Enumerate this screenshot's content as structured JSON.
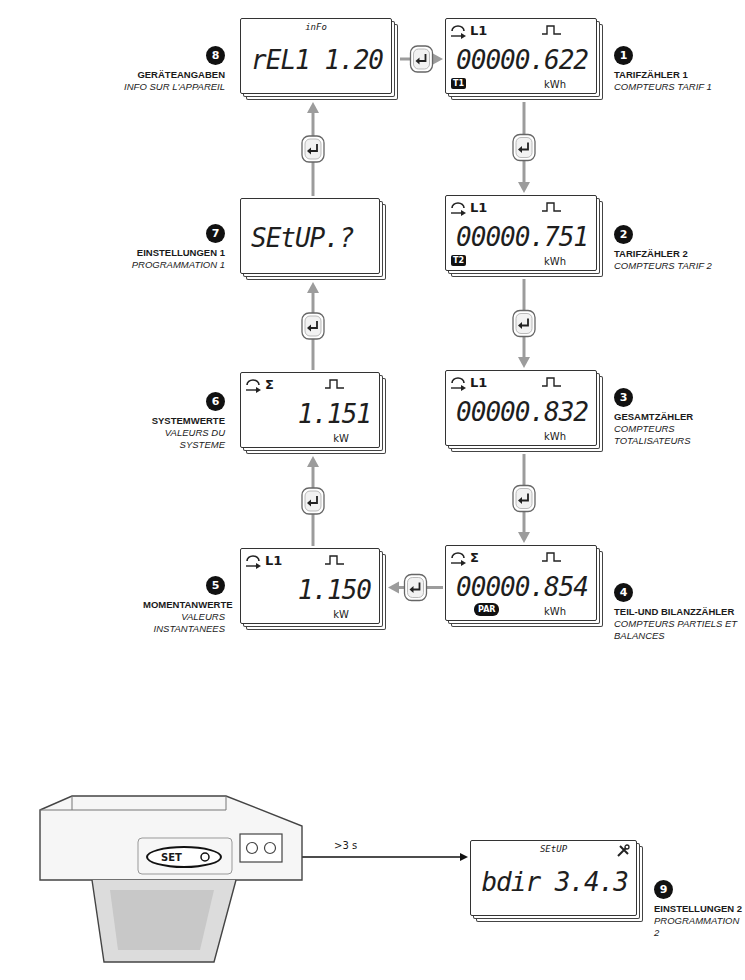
{
  "diagram": {
    "nodes": [
      {
        "text": [
          "L1",
          "00000.622",
          "kWh",
          "T1",
          "TARIFZÄHLER 1",
          "COMPTEURS TARIF 1"
        ]
      },
      {
        "text": [
          "L1",
          "00000.751",
          "kWh",
          "T2",
          "TARIFZÄHLER 2",
          "COMPTEURS TARIF 2"
        ]
      },
      {
        "text": [
          "L1",
          "00000.832",
          "kWh",
          "GESAMTZÄHLER",
          "COMPTEURS TOTALISATEURS"
        ]
      },
      {
        "text": [
          "Σ",
          "00000.854",
          "PAR",
          "kWh",
          "TEIL-UND BILANZZÄHLER",
          "COMPTEURS PARTIELS ET BALANCES"
        ]
      },
      {
        "text": [
          "L1",
          "1.150",
          "kW",
          "MOMENTANWERTE",
          "VALEURS INSTANTANEES"
        ]
      },
      {
        "text": [
          "Σ",
          "1.151",
          "kW",
          "SYSTEMWERTE",
          "VALEURS DU SYSTEME"
        ]
      },
      {
        "text": [
          "SEtUP.?",
          "EINSTELLUNGEN 1",
          "PROGRAMMATION 1"
        ]
      },
      {
        "text": [
          "inFo",
          "rEL1 1.20",
          "GERÄTEANGABEN",
          "INFO SUR L'APPAREIL"
        ]
      },
      {
        "text": [
          "SET"
        ]
      },
      {
        "text": [
          "SEtUP",
          "bdir 3.4.3",
          "EINSTELLUNGEN 2",
          "PROGRAMMATION 2"
        ]
      }
    ],
    "edges": [
      {
        "from": 0,
        "to": 1,
        "arrow": "to"
      },
      {
        "from": 1,
        "to": 2,
        "arrow": "to"
      },
      {
        "from": 2,
        "to": 3,
        "arrow": "to"
      },
      {
        "from": 3,
        "to": 4,
        "arrow": "to"
      },
      {
        "from": 4,
        "to": 5,
        "arrow": "to"
      },
      {
        "from": 5,
        "to": 6,
        "arrow": "to"
      },
      {
        "from": 6,
        "to": 7,
        "arrow": "to"
      },
      {
        "from": 7,
        "to": 0,
        "arrow": "to"
      },
      {
        "from": 8,
        "to": 9,
        "label": ">3 s",
        "arrow": "to"
      }
    ],
    "labels": [
      "1",
      "2",
      "3",
      "4",
      "5",
      "6",
      "7",
      "8",
      "9"
    ]
  }
}
